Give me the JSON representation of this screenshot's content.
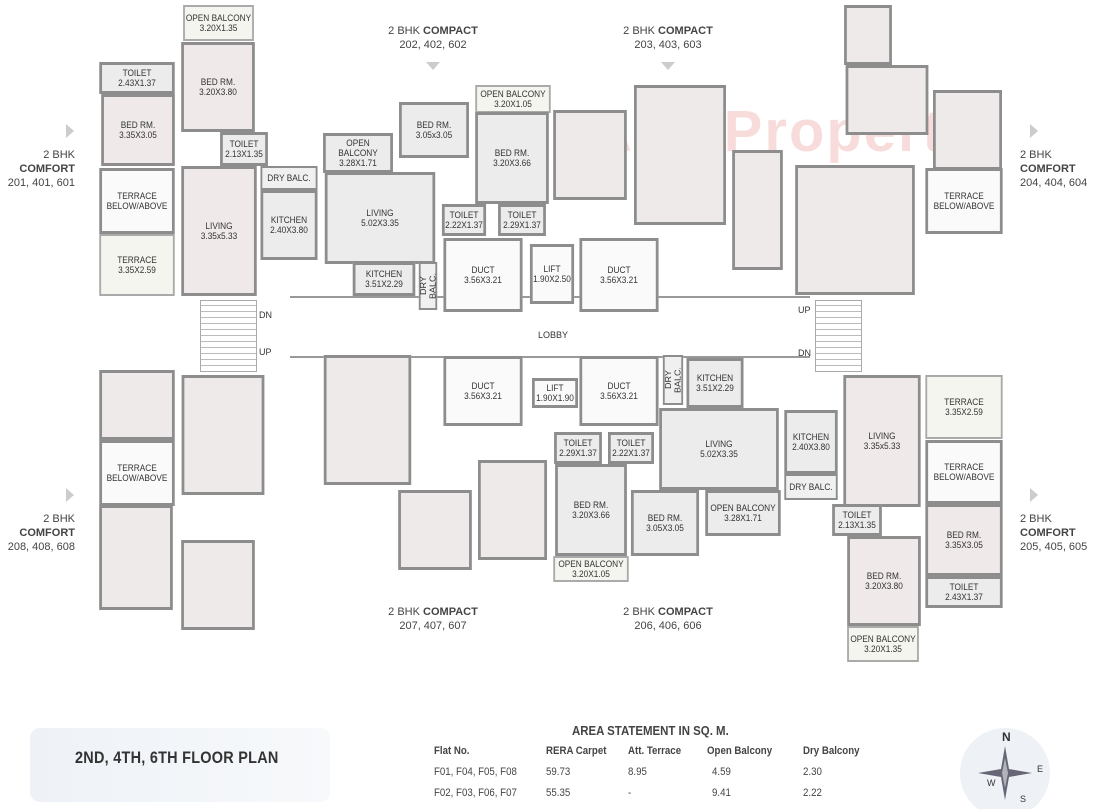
{
  "units": [
    {
      "type": "2 BHK",
      "variant": "COMFORT",
      "flats": "201, 401, 601"
    },
    {
      "type": "2 BHK",
      "variant": "COMPACT",
      "flats": "202, 402, 602"
    },
    {
      "type": "2 BHK",
      "variant": "COMPACT",
      "flats": "203, 403, 603"
    },
    {
      "type": "2 BHK",
      "variant": "COMFORT",
      "flats": "204, 404, 604"
    },
    {
      "type": "2 BHK",
      "variant": "COMFORT",
      "flats": "205, 405, 605"
    },
    {
      "type": "2 BHK",
      "variant": "COMPACT",
      "flats": "206, 406, 606"
    },
    {
      "type": "2 BHK",
      "variant": "COMPACT",
      "flats": "207, 407, 607"
    },
    {
      "type": "2 BHK",
      "variant": "COMFORT",
      "flats": "208, 408, 608"
    }
  ],
  "rooms": [
    {
      "name": "OPEN BALCONY",
      "size": "3.20X1.35"
    },
    {
      "name": "TOILET",
      "size": "2.43X1.37"
    },
    {
      "name": "BED RM.",
      "size": "3.20X3.80"
    },
    {
      "name": "BED RM.",
      "size": "3.35X3.05"
    },
    {
      "name": "TOILET",
      "size": "2.13X1.35"
    },
    {
      "name": "DRY BALC.",
      "size": ""
    },
    {
      "name": "TERRACE BELOW/ABOVE",
      "size": ""
    },
    {
      "name": "LIVING",
      "size": "3.35x5.33"
    },
    {
      "name": "KITCHEN",
      "size": "2.40X3.80"
    },
    {
      "name": "TERRACE",
      "size": "3.35X2.59"
    },
    {
      "name": "OPEN BALCONY",
      "size": "3.28X1.71"
    },
    {
      "name": "BED RM.",
      "size": "3.05x3.05"
    },
    {
      "name": "LIVING",
      "size": "5.02X3.35"
    },
    {
      "name": "KITCHEN",
      "size": "3.51X2.29"
    },
    {
      "name": "DRY BALC.",
      "size": ""
    },
    {
      "name": "OPEN BALCONY",
      "size": "3.20X1.05"
    },
    {
      "name": "BED RM.",
      "size": "3.20X3.66"
    },
    {
      "name": "TOILET",
      "size": "2.22X1.37"
    },
    {
      "name": "TOILET",
      "size": "2.29X1.37"
    },
    {
      "name": "DUCT",
      "size": "3.56X3.21"
    },
    {
      "name": "LIFT",
      "size": "1.90X2.50"
    },
    {
      "name": "DUCT",
      "size": "3.56X3.21"
    },
    {
      "name": "TERRACE BELOW/ABOVE",
      "size": ""
    },
    {
      "name": "DUCT",
      "size": "3.56X3.21"
    },
    {
      "name": "LIFT",
      "size": "1.90X1.90"
    },
    {
      "name": "DUCT",
      "size": "3.56X3.21"
    },
    {
      "name": "DRY BALC.",
      "size": ""
    },
    {
      "name": "KITCHEN",
      "size": "3.51X2.29"
    },
    {
      "name": "TOILET",
      "size": "2.29X1.37"
    },
    {
      "name": "TOILET",
      "size": "2.22X1.37"
    },
    {
      "name": "LIVING",
      "size": "5.02X3.35"
    },
    {
      "name": "BED RM.",
      "size": "3.20X3.66"
    },
    {
      "name": "BED RM.",
      "size": "3.05X3.05"
    },
    {
      "name": "OPEN BALCONY",
      "size": "3.28X1.71"
    },
    {
      "name": "OPEN BALCONY",
      "size": "3.20X1.05"
    },
    {
      "name": "TERRACE",
      "size": "3.35X2.59"
    },
    {
      "name": "LIVING",
      "size": "3.35x5.33"
    },
    {
      "name": "KITCHEN",
      "size": "2.40X3.80"
    },
    {
      "name": "TERRACE BELOW/ABOVE",
      "size": ""
    },
    {
      "name": "DRY BALC.",
      "size": ""
    },
    {
      "name": "TOILET",
      "size": "2.13X1.35"
    },
    {
      "name": "BED RM.",
      "size": "3.35X3.05"
    },
    {
      "name": "BED RM.",
      "size": "3.20X3.80"
    },
    {
      "name": "TOILET",
      "size": "2.43X1.37"
    },
    {
      "name": "OPEN BALCONY",
      "size": "3.20X1.35"
    },
    {
      "name": "TERRACE BELOW/ABOVE",
      "size": ""
    }
  ],
  "lobby": "LOBBY",
  "stairs": {
    "up": "UP",
    "dn": "DN"
  },
  "plan_title": "2ND, 4TH, 6TH FLOOR PLAN",
  "area_statement": {
    "title": "AREA STATEMENT IN SQ. M.",
    "headers": [
      "Flat No.",
      "RERA Carpet",
      "Att. Terrace",
      "Open Balcony",
      "Dry Balcony"
    ],
    "rows": [
      [
        "F01, F04, F05, F08",
        "59.73",
        "8.95",
        "4.59",
        "2.30"
      ],
      [
        "F02, F03, F06, F07",
        "55.35",
        "-",
        "9.41",
        "2.22"
      ]
    ]
  },
  "compass": {
    "n": "N",
    "e": "E",
    "s": "S",
    "w": "W"
  },
  "watermark": "A2Z Property"
}
